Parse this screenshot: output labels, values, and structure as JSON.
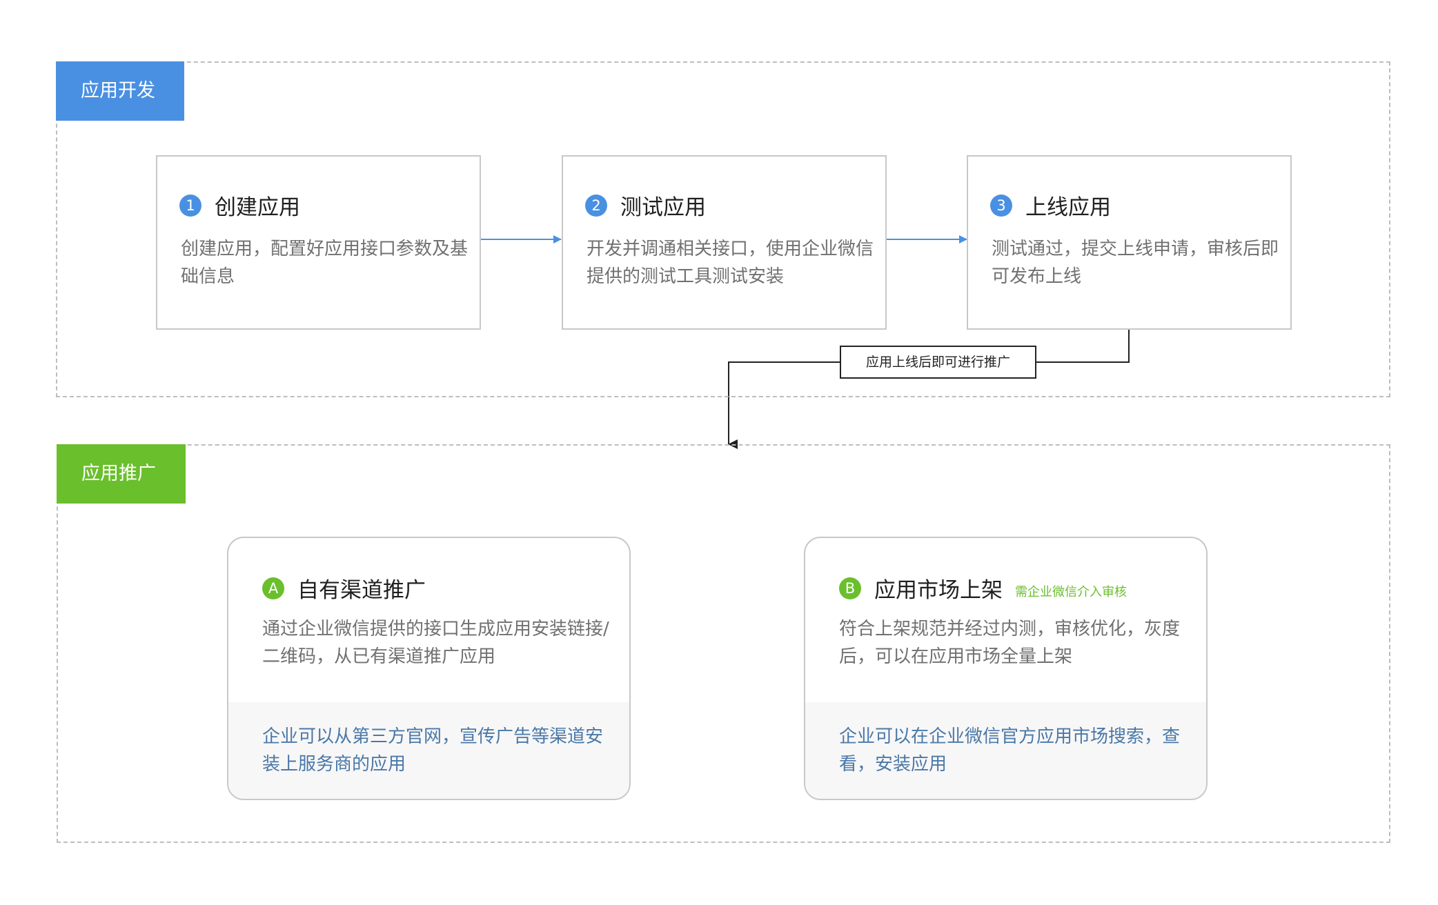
{
  "development": {
    "tag": "应用开发",
    "steps": [
      {
        "badge": "1",
        "title": "创建应用",
        "desc": "创建应用，配置好应用接口参数及基础信息"
      },
      {
        "badge": "2",
        "title": "测试应用",
        "desc": "开发并调通相关接口，使用企业微信提供的测试工具测试安装"
      },
      {
        "badge": "3",
        "title": "上线应用",
        "desc": "测试通过，提交上线申请，审核后即可发布上线"
      }
    ]
  },
  "connector": {
    "label": "应用上线后即可进行推广"
  },
  "promotion": {
    "tag": "应用推广",
    "cards": [
      {
        "badge": "A",
        "title": "自有渠道推广",
        "note": "",
        "desc": "通过企业微信提供的接口生成应用安装链接/二维码，从已有渠道推广应用",
        "footer": "企业可以从第三方官网，宣传广告等渠道安装上服务商的应用"
      },
      {
        "badge": "B",
        "title": "应用市场上架",
        "note": "需企业微信介入审核",
        "desc": "符合上架规范并经过内测，审核优化，灰度后，可以在应用市场全量上架",
        "footer": "企业可以在企业微信官方应用市场搜索，查看，安装应用"
      }
    ]
  },
  "colors": {
    "dev_accent": "#4a90e2",
    "promo_accent": "#6abf2c",
    "footer_text": "#4a78a8",
    "description_text": "#707070"
  }
}
